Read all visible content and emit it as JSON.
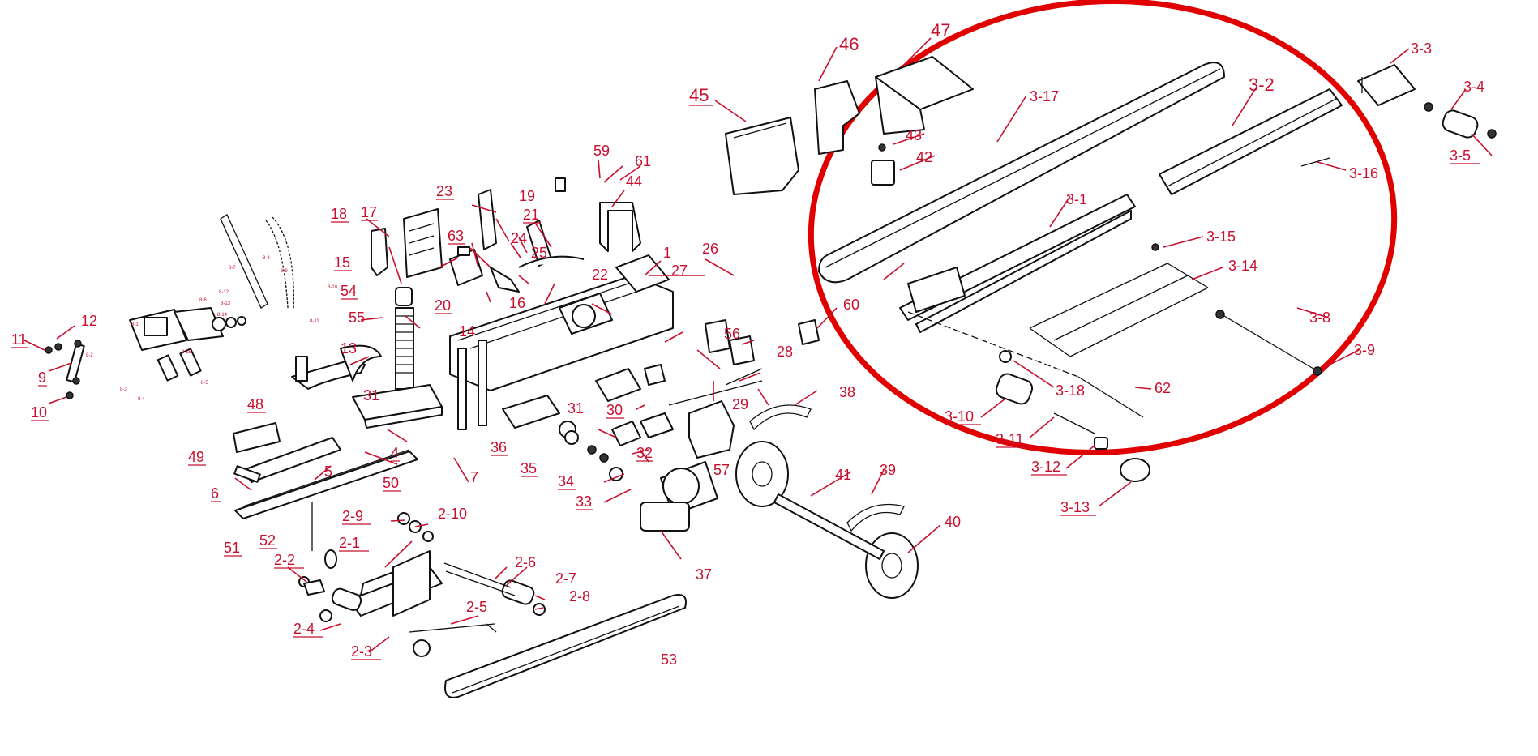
{
  "labels": {
    "l1": "1",
    "l2_1": "2-1",
    "l2_2": "2-2",
    "l2_3": "2-3",
    "l2_4": "2-4",
    "l2_5": "2-5",
    "l2_6": "2-6",
    "l2_7": "2-7",
    "l2_8": "2-8",
    "l2_9": "2-9",
    "l2_10": "2-10",
    "l3_1": "3-1",
    "l3_2": "3-2",
    "l3_3": "3-3",
    "l3_4": "3-4",
    "l3_5": "3-5",
    "l3_8": "3-8",
    "l3_9": "3-9",
    "l3_10": "3-10",
    "l3_11": "3-11",
    "l3_12": "3-12",
    "l3_13": "3-13",
    "l3_14": "3-14",
    "l3_15": "3-15",
    "l3_16": "3-16",
    "l3_17": "3-17",
    "l3_18": "3-18",
    "l4": "4",
    "l5": "5",
    "l6": "6",
    "l7": "7",
    "l9": "9",
    "l10": "10",
    "l11": "11",
    "l12": "12",
    "l13": "13",
    "l14": "14",
    "l15": "15",
    "l16": "16",
    "l17": "17",
    "l18": "18",
    "l19": "19",
    "l20": "20",
    "l21": "21",
    "l22": "22",
    "l23": "23",
    "l24": "24",
    "l25": "25",
    "l26": "26",
    "l27": "27",
    "l28": "28",
    "l29": "29",
    "l30": "30",
    "l31a": "31",
    "l31b": "31",
    "l32": "32",
    "l33": "33",
    "l34": "34",
    "l35": "35",
    "l36": "36",
    "l37": "37",
    "l38": "38",
    "l39": "39",
    "l40": "40",
    "l41": "41",
    "l42": "42",
    "l43": "43",
    "l44": "44",
    "l45": "45",
    "l46": "46",
    "l47": "47",
    "l48": "48",
    "l49": "49",
    "l50": "50",
    "l51": "51",
    "l52": "52",
    "l53": "53",
    "l54": "54",
    "l55": "55",
    "l56": "56",
    "l57": "57",
    "l59": "59",
    "l60": "60",
    "l61": "61",
    "l62": "62",
    "l63": "63",
    "s8_1": "8-1",
    "s8_2": "8-2",
    "s8_3": "8-3",
    "s8_4": "8-4",
    "s8_5": "8-5",
    "s8_6": "8-6",
    "s8_7": "8-7",
    "s8_8": "8-8",
    "s8_9": "8-9",
    "s8_10": "8-10",
    "s8_11": "8-11",
    "s8_12": "8-12",
    "s8_13": "8-13",
    "s8_14": "8-14",
    "s8_15": "8-15"
  },
  "colors": {
    "label": "#c8102e",
    "line": "#111111",
    "highlight_ellipse": "#e00000"
  }
}
